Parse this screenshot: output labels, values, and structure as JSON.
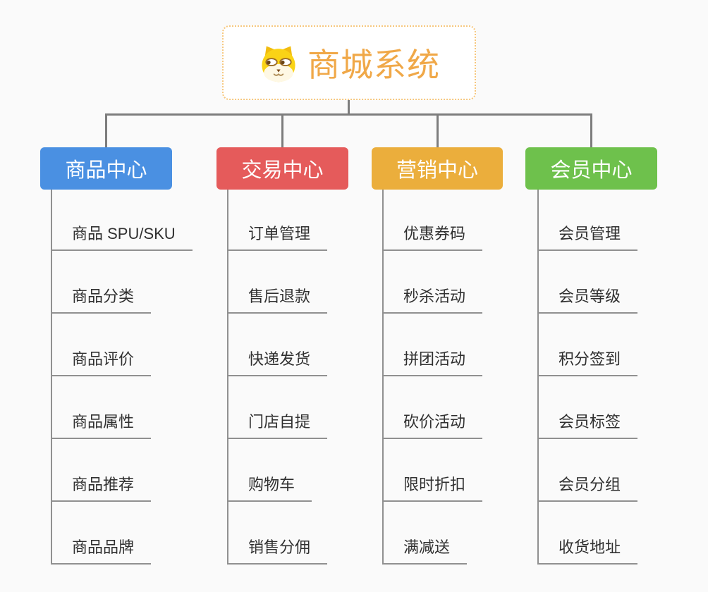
{
  "root": {
    "title": "商城系统",
    "icon": "dog-icon"
  },
  "branches": [
    {
      "label": "商品中心",
      "color": "#4A90E2",
      "items": [
        "商品 SPU/SKU",
        "商品分类",
        "商品评价",
        "商品属性",
        "商品推荐",
        "商品品牌"
      ]
    },
    {
      "label": "交易中心",
      "color": "#E55B5B",
      "items": [
        "订单管理",
        "售后退款",
        "快递发货",
        "门店自提",
        "购物车",
        "销售分佣"
      ]
    },
    {
      "label": "营销中心",
      "color": "#EBAE3C",
      "items": [
        "优惠券码",
        "秒杀活动",
        "拼团活动",
        "砍价活动",
        "限时折扣",
        "满减送"
      ]
    },
    {
      "label": "会员中心",
      "color": "#6EC14C",
      "items": [
        "会员管理",
        "会员等级",
        "积分签到",
        "会员标签",
        "会员分组",
        "收货地址"
      ]
    }
  ],
  "style": {
    "background": "#FAFAFA",
    "connector_color": "#7D7D7D",
    "underline_color": "#909090",
    "item_text_color": "#303030",
    "root_title_color": "#F0A848",
    "root_border_color": "#F6C77E"
  }
}
